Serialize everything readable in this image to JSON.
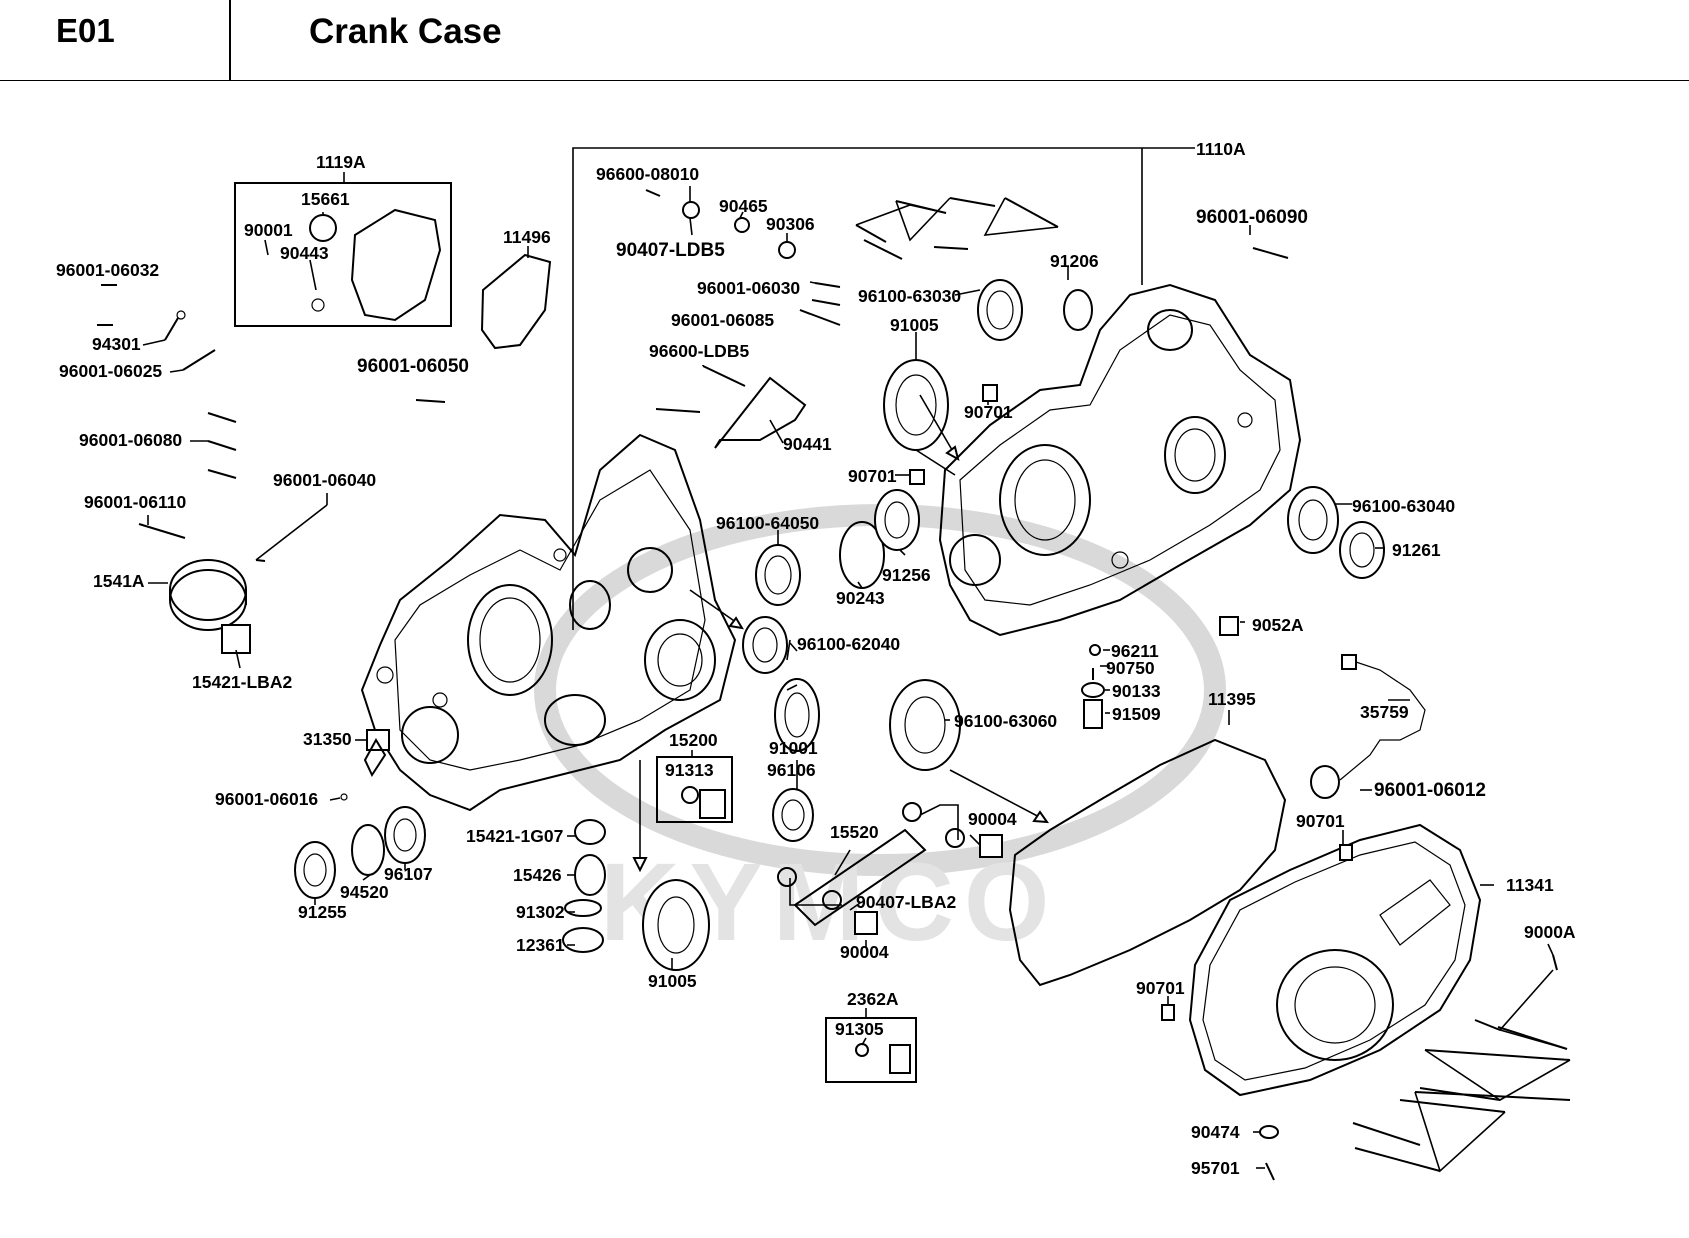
{
  "header": {
    "section_code": "E01",
    "section_title": "Crank Case"
  },
  "watermark": {
    "text": "KYMCO"
  },
  "labels": {
    "p1119A": "1119A",
    "p15661": "15661",
    "p90001": "90001",
    "p90443": "90443",
    "p11496": "11496",
    "p96001_06032": "96001-06032",
    "p94301": "94301",
    "p96001_06025": "96001-06025",
    "p96001_06050": "96001-06050",
    "p96001_06080": "96001-06080",
    "p96001_06040": "96001-06040",
    "p96001_06110": "96001-06110",
    "p1541A": "1541A",
    "p15421_LBA2": "15421-LBA2",
    "p31350": "31350",
    "p96001_06016": "96001-06016",
    "p91255": "91255",
    "p94520": "94520",
    "p96107": "96107",
    "p15421_1G07": "15421-1G07",
    "p15426": "15426",
    "p91302": "91302",
    "p12361": "12361",
    "p91005_bottom": "91005",
    "p15200": "15200",
    "p91313": "91313",
    "p91001": "91001",
    "p96106": "96106",
    "p96100_62040": "96100-62040",
    "p96100_64050": "96100-64050",
    "p90243": "90243",
    "p91256": "91256",
    "p90701_a": "90701",
    "p96600_08010": "96600-08010",
    "p90465": "90465",
    "p90306": "90306",
    "p90407_LDB5": "90407-LDB5",
    "p96001_06030": "96001-06030",
    "p96001_06085": "96001-06085",
    "p96600_LDB5": "96600-LDB5",
    "p90441": "90441",
    "p96100_63030": "96100-63030",
    "p91005_top": "91005",
    "p91206": "91206",
    "p90701_b": "90701",
    "p1110A": "1110A",
    "p96001_06090": "96001-06090",
    "p96100_63040": "96100-63040",
    "p91261": "91261",
    "p9052A": "9052A",
    "p96211": "96211",
    "p90750": "90750",
    "p90133": "90133",
    "p91509": "91509",
    "p96100_63060": "96100-63060",
    "p11395": "11395",
    "p35759": "35759",
    "p96001_06012": "96001-06012",
    "p90701_c": "90701",
    "p90004_a": "90004",
    "p15520": "15520",
    "p90407_LBA2": "90407-LBA2",
    "p90004_b": "90004",
    "p2362A": "2362A",
    "p91305": "91305",
    "p11341": "11341",
    "p9000A": "9000A",
    "p90701_d": "90701",
    "p90474": "90474",
    "p95701": "95701"
  }
}
